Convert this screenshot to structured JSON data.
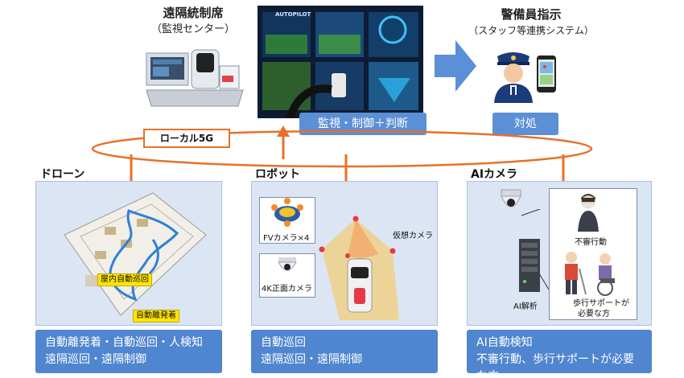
{
  "remote_center": {
    "title": "遠隔統制席",
    "subtitle": "（監視センター）"
  },
  "screen": {
    "label": "AUTOPILOT"
  },
  "monitor_label": "監視・制御＋判断",
  "guard": {
    "title": "警備員指示",
    "subtitle": "（スタッフ等連携システム）",
    "action": "対処"
  },
  "network_label": "ローカル5G",
  "drone": {
    "title": "ドローン",
    "tag_patrol": "屋内自動巡回",
    "tag_takeoff": "自動離発着",
    "caption_line1": "自動離発着・自動巡回・人検知",
    "caption_line2": "遠隔巡回・遠隔制御"
  },
  "robot": {
    "title": "ロボット",
    "fv_camera": "FVカメラ×4",
    "front_camera": "4K正面カメラ",
    "virtual_camera": "仮想カメラ",
    "caption_line1": "自動巡回",
    "caption_line2": "遠隔巡回・遠隔制御"
  },
  "ai_camera": {
    "title": "AIカメラ",
    "analysis": "AI解析",
    "suspicious": "不審行動",
    "needs_help_line1": "歩行サポートが",
    "needs_help_line2": "必要な方",
    "caption_line1": "AI自動検知",
    "caption_line2": "不審行動、歩行サポートが必要な方"
  },
  "colors": {
    "accent_orange": "#e8702a",
    "panel_blue": "#dbe5f3",
    "label_blue": "#5b8fd6",
    "arrow_blue": "#5b8fd6"
  }
}
